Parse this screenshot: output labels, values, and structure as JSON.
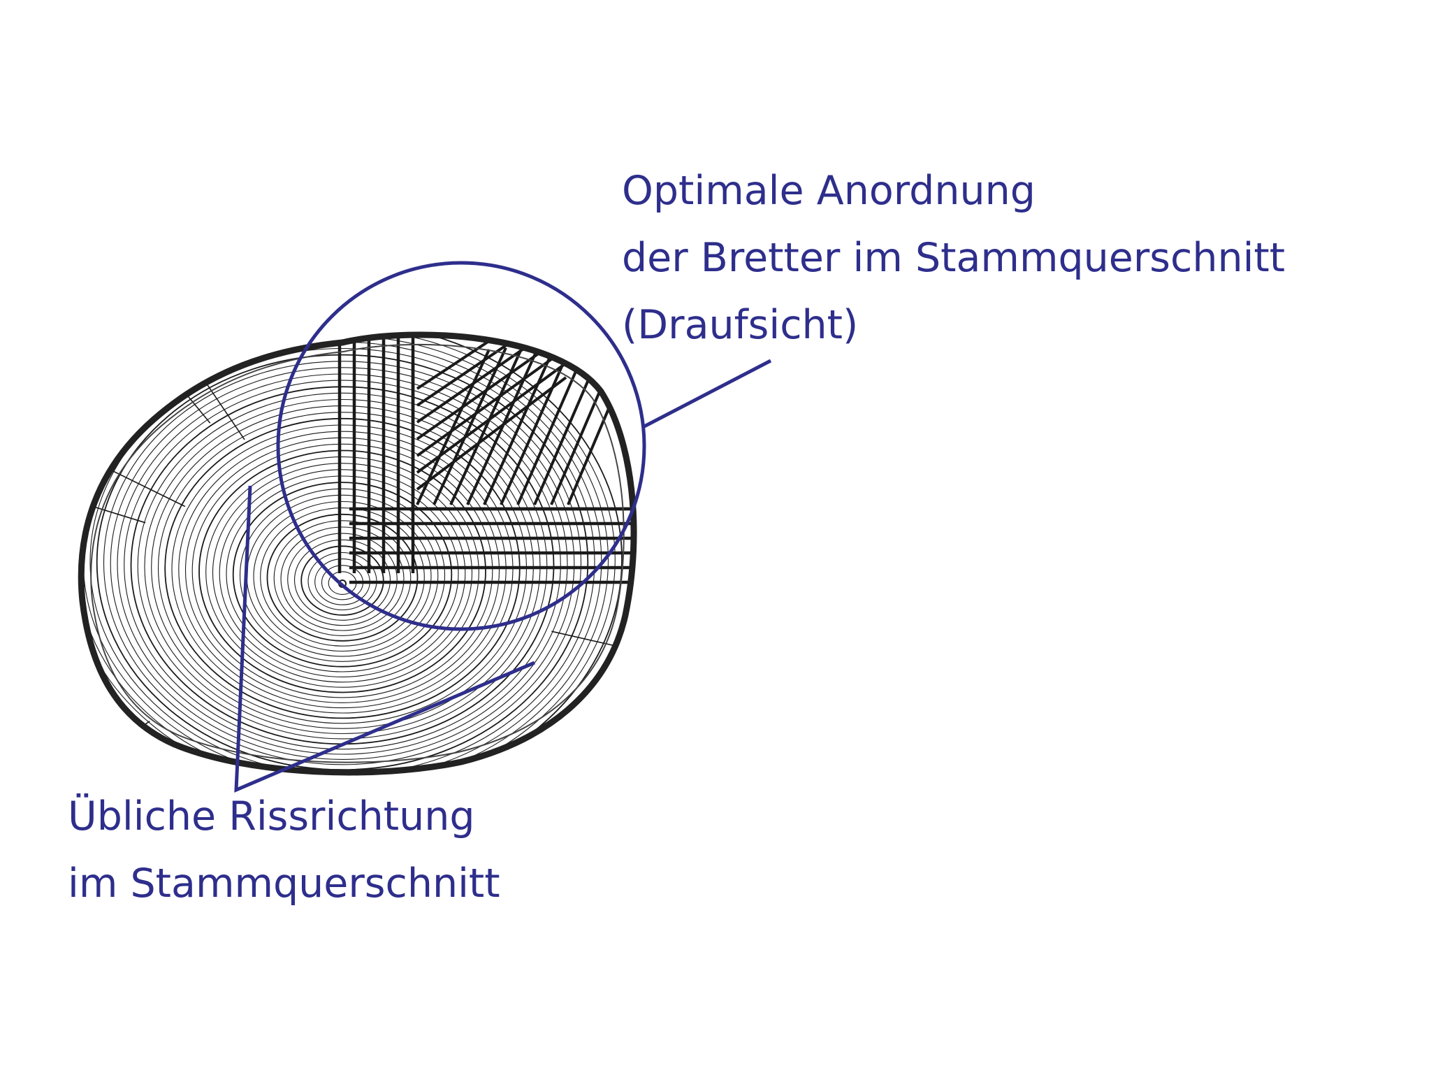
{
  "colors": {
    "annotation": "#2e2e8c",
    "wood_line": "#1a1a1a",
    "bark": "#222222",
    "background": "#ffffff"
  },
  "labels": {
    "boards": {
      "line1": "Optimale Anordnung",
      "line2": "der Bretter im Stammquerschnitt",
      "line3": "(Draufsicht)"
    },
    "cracks": {
      "line1": "Übliche Rissrichtung",
      "line2": "im Stammquerschnitt"
    }
  }
}
